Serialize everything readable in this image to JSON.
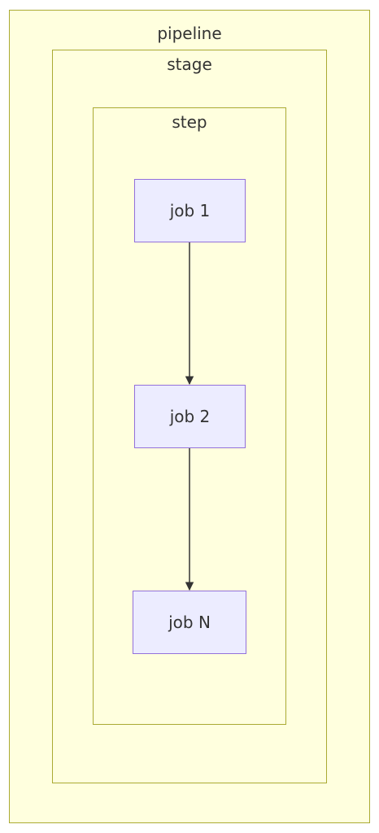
{
  "diagram": {
    "clusters": {
      "pipeline": {
        "label": "pipeline"
      },
      "stage": {
        "label": "stage"
      },
      "step": {
        "label": "step"
      }
    },
    "nodes": [
      {
        "id": "job1",
        "label": "job 1"
      },
      {
        "id": "job2",
        "label": "job 2"
      },
      {
        "id": "jobn",
        "label": "job N"
      }
    ],
    "edges": [
      {
        "from": "job1",
        "to": "job2"
      },
      {
        "from": "job2",
        "to": "jobn"
      }
    ],
    "colors": {
      "cluster_fill": "#ffffde",
      "cluster_stroke": "#aaaa33",
      "node_fill": "#ececff",
      "node_stroke": "#9370db",
      "edge": "#333333",
      "text": "#333333"
    }
  }
}
